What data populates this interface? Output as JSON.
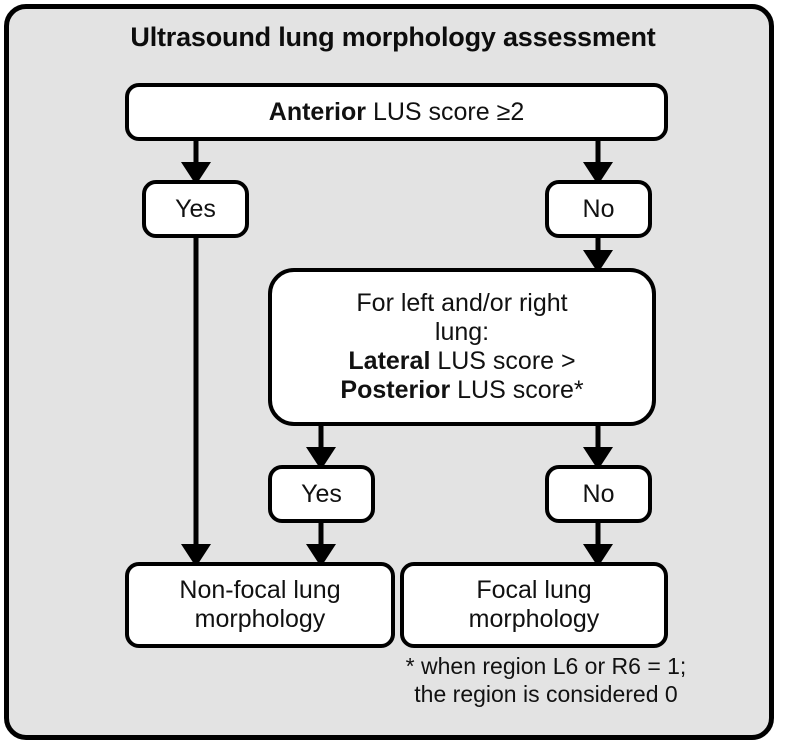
{
  "figure": {
    "title": "Ultrasound lung morphology assessment",
    "background_color": "#e3e3e3",
    "border_color": "#000000",
    "node_fill_color": "#ffffff",
    "text_color": "#111111"
  },
  "nodes": {
    "anterior": {
      "bold_part": "Anterior",
      "rest_part": " LUS score ≥2"
    },
    "yes_1": {
      "label": "Yes"
    },
    "no_1": {
      "label": "No"
    },
    "lateral_posterior": {
      "line1": "For left and/or right",
      "line2": "lung:",
      "line3_bold": "Lateral",
      "line3_rest": " LUS score >",
      "line4_bold": "Posterior",
      "line4_rest": " LUS score*"
    },
    "yes_2": {
      "label": "Yes"
    },
    "no_2": {
      "label": "No"
    },
    "non_focal": {
      "line1": "Non-focal lung",
      "line2": "morphology"
    },
    "focal": {
      "line1": "Focal lung",
      "line2": "morphology"
    }
  },
  "footnote": {
    "line1": "* when region L6 or R6 = 1;",
    "line2": "the region is considered 0"
  },
  "edges": [
    {
      "name": "anterior-to-yes-1",
      "from": "anterior",
      "to": "yes_1"
    },
    {
      "name": "anterior-to-no-1",
      "from": "anterior",
      "to": "no_1"
    },
    {
      "name": "yes-1-to-non-focal",
      "from": "yes_1",
      "to": "non_focal"
    },
    {
      "name": "no-1-to-lateral-posterior",
      "from": "no_1",
      "to": "lateral_posterior"
    },
    {
      "name": "lateral-posterior-to-yes-2",
      "from": "lateral_posterior",
      "to": "yes_2"
    },
    {
      "name": "lateral-posterior-to-no-2",
      "from": "lateral_posterior",
      "to": "no_2"
    },
    {
      "name": "yes-2-to-non-focal",
      "from": "yes_2",
      "to": "non_focal"
    },
    {
      "name": "no-2-to-focal",
      "from": "no_2",
      "to": "focal"
    }
  ]
}
